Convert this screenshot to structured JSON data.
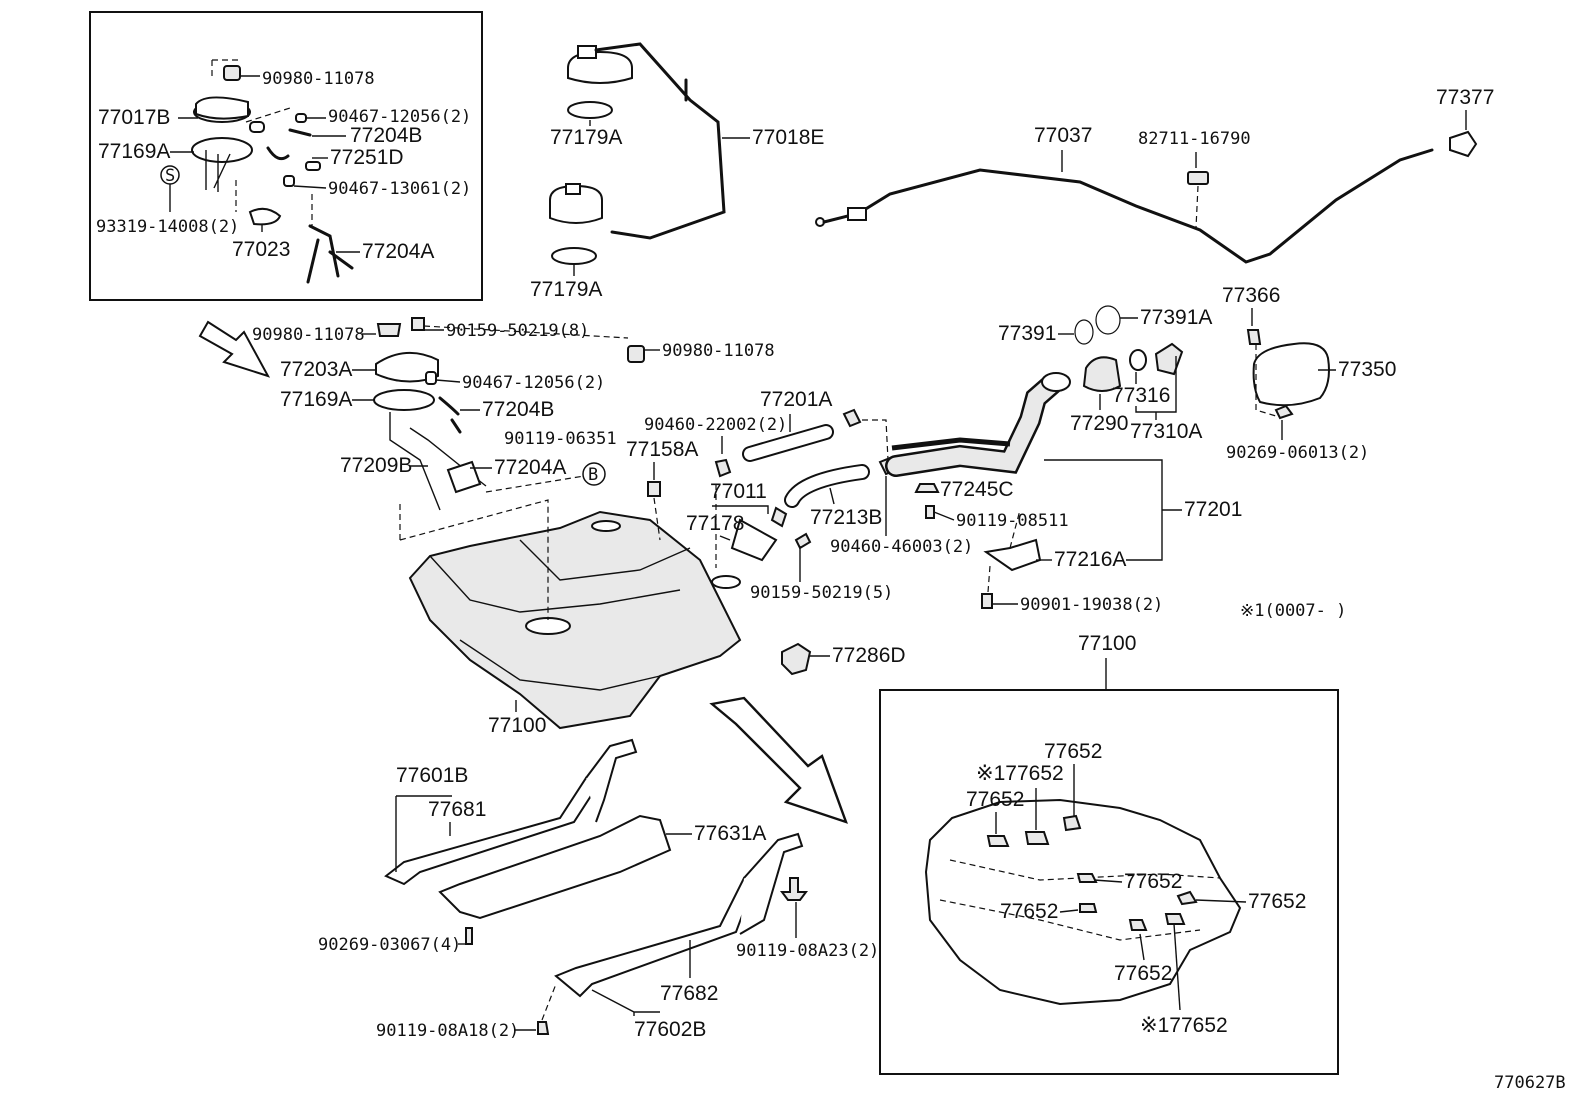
{
  "labels": {
    "p77017B": "77017B",
    "p77169A_top": "77169A",
    "s_mark": "S",
    "p90980_11078_top": "90980-11078",
    "p90467_12056_top": "90467-12056(2)",
    "p77204B_top": "77204B",
    "p77251D": "77251D",
    "p90467_13061": "90467-13061(2)",
    "p93319_14008": "93319-14008(2)",
    "p77023": "77023",
    "p77204A_top": "77204A",
    "p77179A_1": "77179A",
    "p77018E": "77018E",
    "p77179A_2": "77179A",
    "p77037": "77037",
    "p82711_16790": "82711-16790",
    "p77377": "77377",
    "p90980_11078_a": "90980-11078",
    "p90159_50219_8": "90159-50219(8)",
    "p90980_11078_b": "90980-11078",
    "p77203A": "77203A",
    "p90467_12056_mid": "90467-12056(2)",
    "p77169A_mid": "77169A",
    "p77204B_mid": "77204B",
    "p90119_06351": "90119-06351",
    "b_mark": "B",
    "p77209B": "77209B",
    "p77204A_mid": "77204A",
    "p90460_22002": "90460-22002(2)",
    "p77201A": "77201A",
    "p77158A": "77158A",
    "p77011": "77011",
    "p77178": "77178",
    "p77213B": "77213B",
    "p90159_50219_5": "90159-50219(5)",
    "p90460_46003": "90460-46003(2)",
    "p77245C": "77245C",
    "p90119_08511": "90119-08511",
    "p77216A": "77216A",
    "p90901_19038": "90901-19038(2)",
    "p77201": "77201",
    "p77391": "77391",
    "p77391A": "77391A",
    "p77290": "77290",
    "p77316": "77316",
    "p77310A": "77310A",
    "p77366": "77366",
    "p77350": "77350",
    "p90269_06013": "90269-06013(2)",
    "note1": "※1(0007-   )",
    "p77286D": "77286D",
    "p77100_main": "77100",
    "p77100_inset": "77100",
    "p77601B": "77601B",
    "p77681": "77681",
    "p77631A": "77631A",
    "p90269_03067": "90269-03067(4)",
    "p90119_08A23": "90119-08A23(2)",
    "p77682": "77682",
    "p90119_08A18": "90119-08A18(2)",
    "p77602B": "77602B",
    "i77652_a": "77652",
    "i77652_b": "※177652",
    "i77652_c": "77652",
    "i77652_d": "77652",
    "i77652_e": "77652",
    "i77652_f": "77652",
    "i77652_g": "77652",
    "i77652_h": "※177652",
    "diagram_id": "770627B"
  },
  "icons": {
    "arrow_main": "hollow-arrow-icon",
    "arrow_small": "hollow-arrow-icon",
    "s_badge": "circled-s-icon",
    "b_badge": "circled-b-icon"
  }
}
